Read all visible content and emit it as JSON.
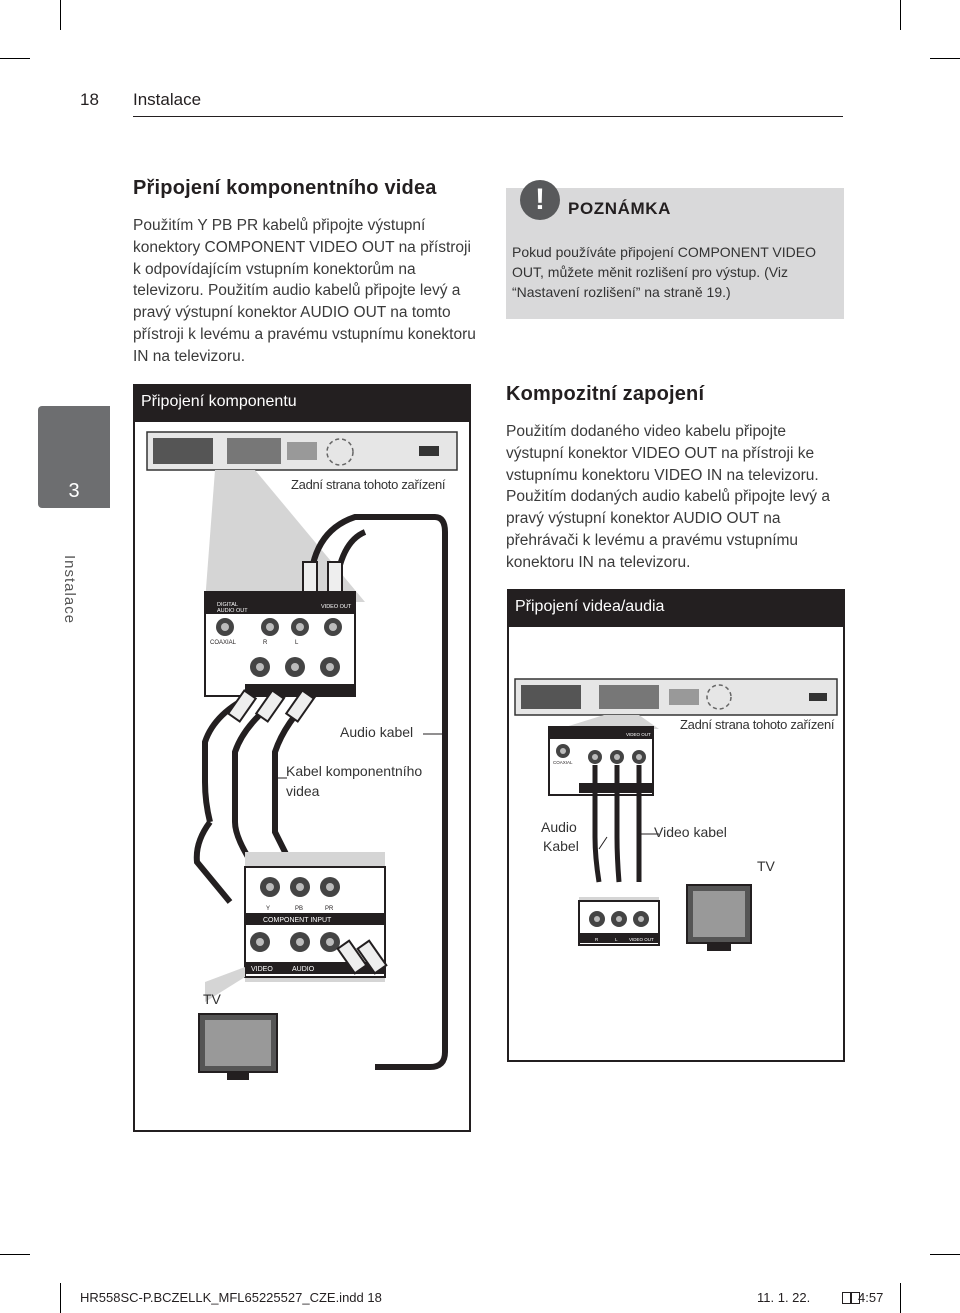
{
  "header": {
    "page_number": "18",
    "section": "Instalace"
  },
  "side_tab": {
    "number": "3",
    "label": "Instalace"
  },
  "component": {
    "heading": "Připojení komponentního videa",
    "paragraph": "Použitím Y PB PR kabelů připojte výstupní konektory COMPONENT VIDEO OUT na přístroji k odpovídajícím vstupním konektorům na televizoru. Použitím audio kabelů připojte levý a pravý výstupní konektor AUDIO OUT na tomto přístroji k levému a pravému vstupnímu konektoru IN na televizoru.",
    "box_title": "Připojení komponentu",
    "labels": {
      "rear": "Zadní strana tohoto zařízení",
      "audio_cable": "Audio kabel",
      "component_cable_1": "Kabel komponentního",
      "component_cable_2": "videa",
      "tv": "TV"
    },
    "panel_text": {
      "digital_audio_out_1": "DIGITAL",
      "digital_audio_out_2": "AUDIO OUT",
      "coaxial": "COAXIAL",
      "r": "R",
      "l": "L",
      "video_out": "VIDEO OUT",
      "tv_y": "Y",
      "tv_pb": "PB",
      "tv_pr": "PR",
      "component_input": "COMPONENT INPUT",
      "video": "VIDEO",
      "audio": "AUDIO"
    }
  },
  "note": {
    "title": "POZNÁMKA",
    "text": "Pokud používáte připojení COMPONENT VIDEO OUT, můžete měnit rozlišení pro výstup. (Viz “Nastavení rozlišení” na straně 19.)"
  },
  "composite": {
    "heading": "Kompozitní zapojení",
    "paragraph": "Použitím dodaného video kabelu připojte výstupní konektor VIDEO OUT na přístroji ke vstupnímu konektoru VIDEO IN na televizoru. Použitím dodaných audio kabelů připojte levý a pravý výstupní konektor AUDIO OUT na přehrávači k levému a pravému vstupnímu konektoru IN na televizoru.",
    "box_title": "Připojení videa/audia",
    "labels": {
      "rear": "Zadní strana tohoto zařízení",
      "audio_1": "Audio",
      "audio_2": "Kabel",
      "video_cable": "Video kabel",
      "tv": "TV"
    },
    "panel_text": {
      "coaxial": "COAXIAL",
      "r": "R",
      "l": "L",
      "video_out": "VIDEO OUT"
    }
  },
  "footer": {
    "file": "HR558SC-P.BCZELLK_MFL65225527_CZE.indd   18",
    "date": "11. 1. 22.",
    "time": "4:57"
  }
}
